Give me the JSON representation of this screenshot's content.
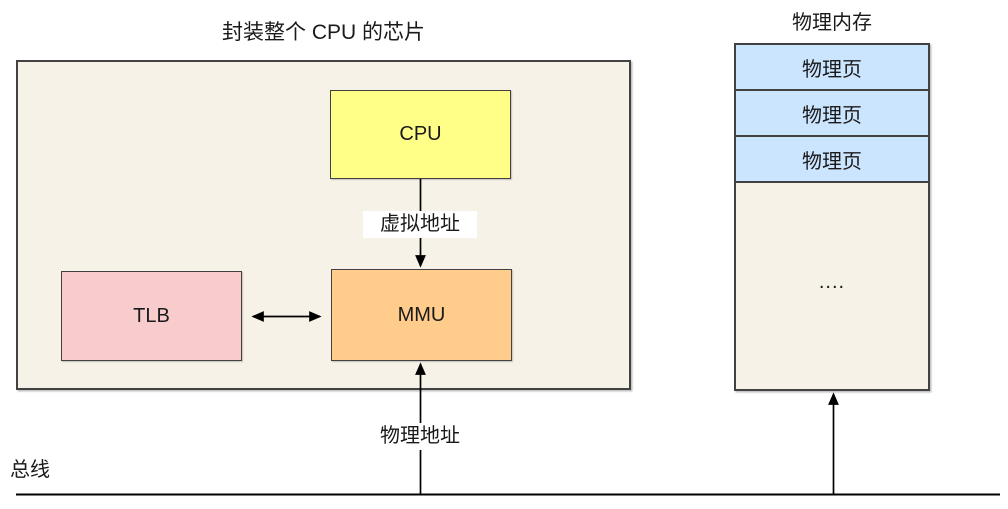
{
  "chip": {
    "title": "封装整个 CPU 的芯片",
    "cpu_label": "CPU",
    "tlb_label": "TLB",
    "mmu_label": "MMU"
  },
  "edges": {
    "virtual_address_label": "虚拟地址",
    "physical_address_label": "物理地址"
  },
  "memory": {
    "title": "物理内存",
    "pages": [
      "物理页",
      "物理页",
      "物理页"
    ],
    "ellipsis": "...."
  },
  "bus": {
    "label": "总线"
  },
  "colors": {
    "chip_fill": "#f6f2e7",
    "cpu_fill": "#ffff88",
    "tlb_fill": "#f8cccc",
    "mmu_fill": "#ffcc8c",
    "page_fill": "#cce5ff",
    "box_border": "#424242",
    "line": "#000000",
    "text": "#1a1a1a",
    "page_bg": "#ffffff"
  }
}
